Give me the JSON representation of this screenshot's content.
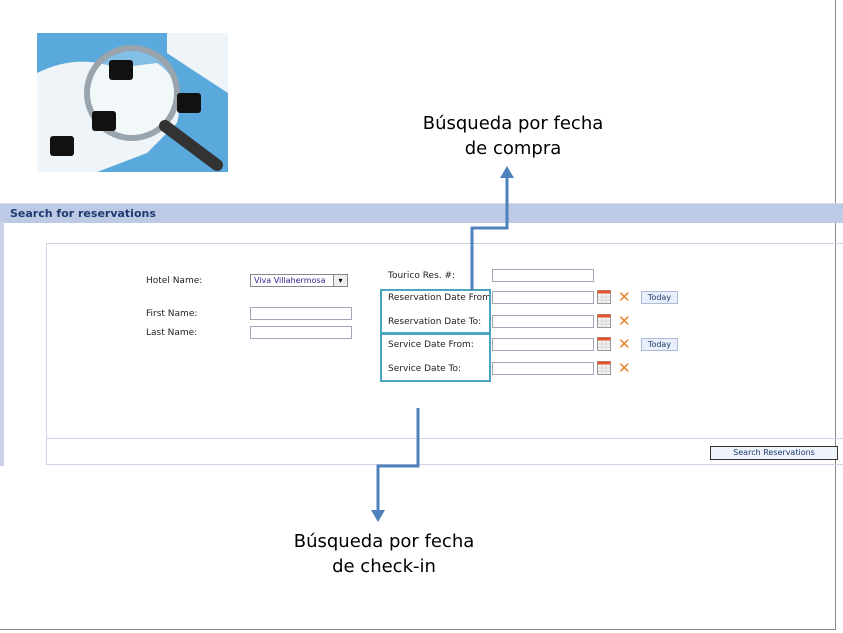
{
  "section_title": "Search for reservations",
  "form": {
    "hotel_label": "Hotel Name:",
    "hotel_value": "Viva Villahermosa",
    "first_name_label": "First Name:",
    "last_name_label": "Last Name:",
    "tourico_label": "Tourico Res. #:",
    "res_from_label": "Reservation Date From:",
    "res_to_label": "Reservation Date To:",
    "svc_from_label": "Service Date From:",
    "svc_to_label": "Service Date To:",
    "today_label": "Today",
    "search_button": "Search Reservations"
  },
  "annotations": {
    "purchase": [
      "Búsqueda por fecha",
      "de compra"
    ],
    "checkin": [
      "Búsqueda por fecha",
      "de check-in"
    ]
  }
}
